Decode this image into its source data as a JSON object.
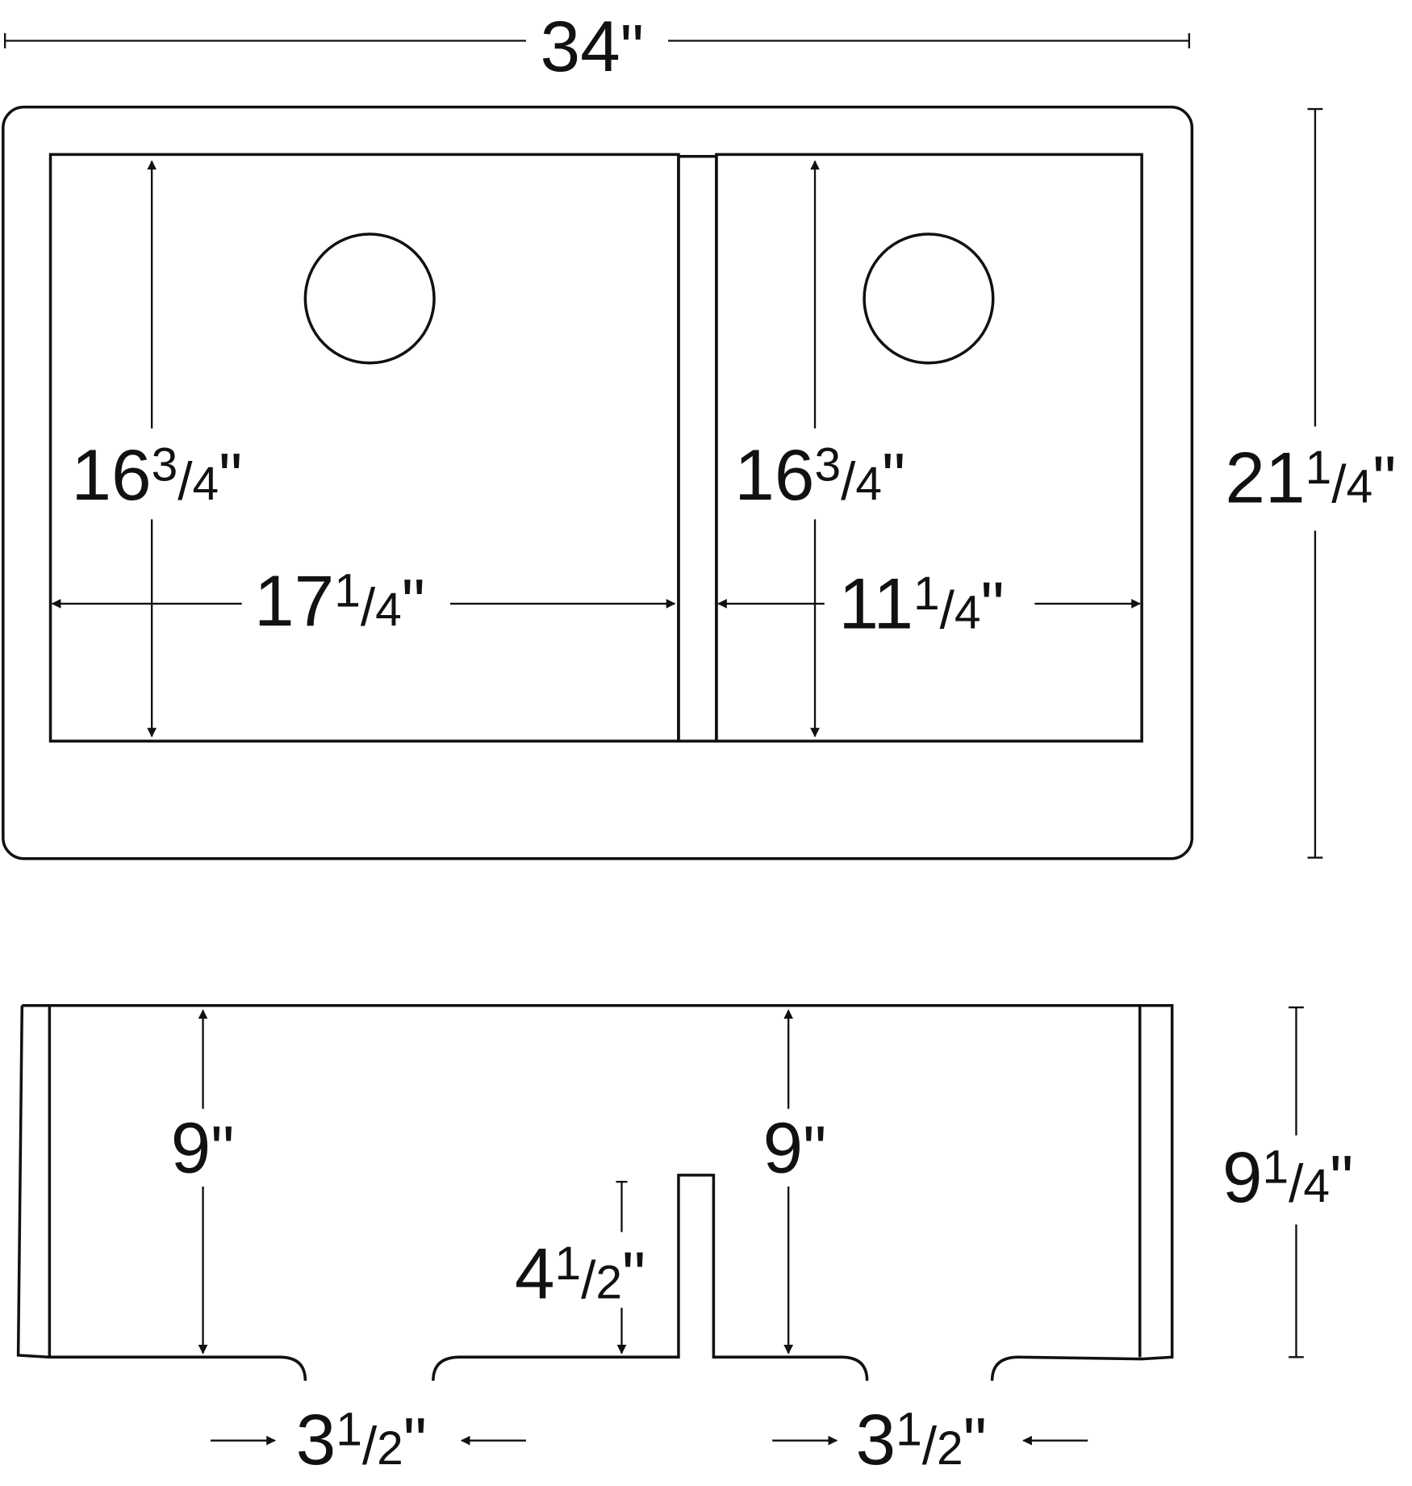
{
  "colors": {
    "line": "#111111",
    "background": "#ffffff"
  },
  "top_view": {
    "overall_width": {
      "whole": "34",
      "num": "",
      "den": "",
      "unit": "\""
    },
    "overall_depth": {
      "whole": "21",
      "num": "1",
      "den": "4",
      "unit": "\""
    },
    "left_bowl_depth": {
      "whole": "16",
      "num": "3",
      "den": "4",
      "unit": "\""
    },
    "left_bowl_width": {
      "whole": "17",
      "num": "1",
      "den": "4",
      "unit": "\""
    },
    "right_bowl_depth": {
      "whole": "16",
      "num": "3",
      "den": "4",
      "unit": "\""
    },
    "right_bowl_width": {
      "whole": "11",
      "num": "1",
      "den": "4",
      "unit": "\""
    }
  },
  "front_view": {
    "overall_height": {
      "whole": "9",
      "num": "1",
      "den": "4",
      "unit": "\""
    },
    "left_bowl_depth": {
      "whole": "9",
      "num": "",
      "den": "",
      "unit": "\""
    },
    "right_bowl_depth": {
      "whole": "9",
      "num": "",
      "den": "",
      "unit": "\""
    },
    "divider_height": {
      "whole": "4",
      "num": "1",
      "den": "2",
      "unit": "\""
    },
    "left_drain_offset": {
      "whole": "3",
      "num": "1",
      "den": "2",
      "unit": "\""
    },
    "right_drain_offset": {
      "whole": "3",
      "num": "1",
      "den": "2",
      "unit": "\""
    }
  }
}
